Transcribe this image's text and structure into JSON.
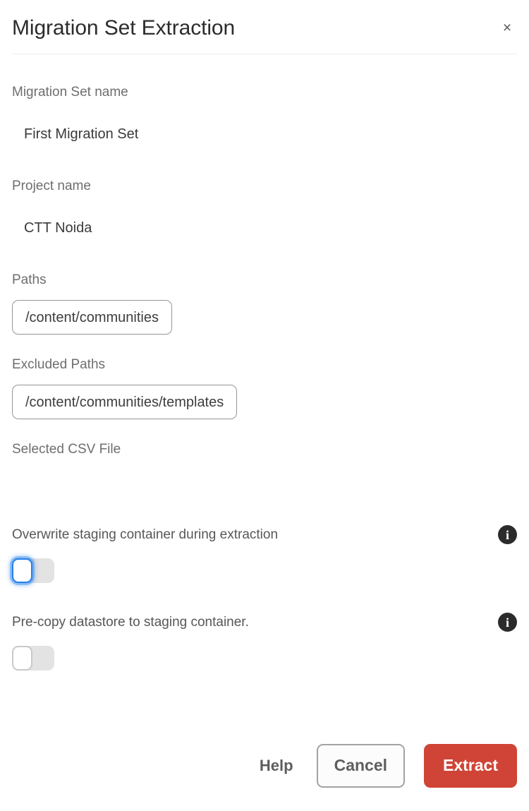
{
  "dialog": {
    "title": "Migration Set Extraction",
    "close_icon": "close-icon",
    "close_glyph": "×"
  },
  "fields": {
    "migration_set": {
      "label": "Migration Set name",
      "value": "First Migration Set"
    },
    "project": {
      "label": "Project name",
      "value": "CTT Noida"
    },
    "paths": {
      "label": "Paths",
      "chips": [
        "/content/communities"
      ]
    },
    "excluded_paths": {
      "label": "Excluded Paths",
      "chips": [
        "/content/communities/templates"
      ]
    },
    "selected_csv": {
      "label": "Selected CSV File",
      "value": ""
    }
  },
  "options": [
    {
      "caption": "Overwrite staging container during extraction",
      "info_icon": "info-icon",
      "info_glyph": "i",
      "state": "off",
      "focused": true
    },
    {
      "caption": "Pre-copy datastore to staging container.",
      "info_icon": "info-icon",
      "info_glyph": "i",
      "state": "off",
      "focused": false
    }
  ],
  "footer": {
    "help_label": "Help",
    "cancel_label": "Cancel",
    "extract_label": "Extract"
  },
  "colors": {
    "accent_red": "#cf4436",
    "focus_blue": "#2680eb",
    "label_gray": "#6e6e6e",
    "value_gray": "#3a3a3a",
    "divider": "#ededed",
    "switch_track": "#e3e3e3",
    "info_dark": "#2b2b2b"
  }
}
